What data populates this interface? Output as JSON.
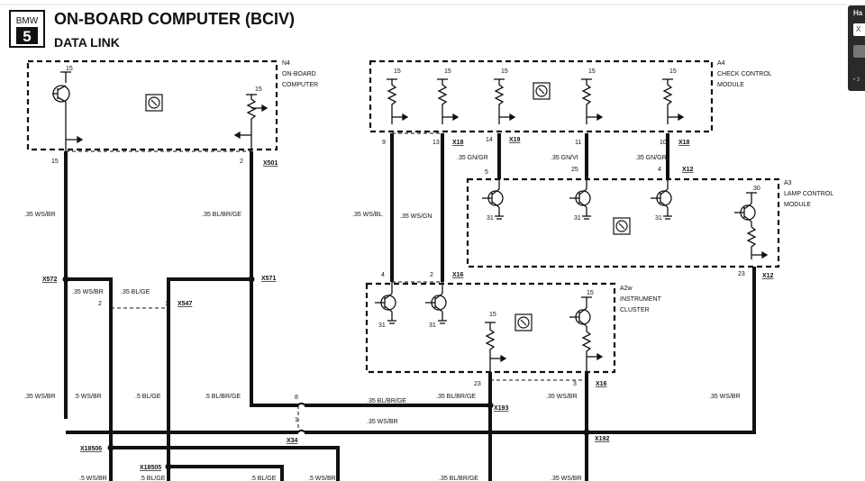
{
  "header": {
    "logo_top": "BMW",
    "logo_number": "5",
    "title": "ON-BOARD COMPUTER (BCIV)",
    "subtitle": "DATA LINK"
  },
  "modules": {
    "n4": {
      "id": "N4",
      "name_line1": "ON-BOARD",
      "name_line2": "COMPUTER"
    },
    "a4": {
      "id": "A4",
      "name_line1": "CHECK CONTROL",
      "name_line2": "MODULE"
    },
    "a3": {
      "id": "A3",
      "name_line1": "LAMP CONTROL",
      "name_line2": "MODULE"
    },
    "a2w": {
      "id": "A2w",
      "name_line1": "INSTRUMENT",
      "name_line2": "CLUSTER"
    }
  },
  "supply_labels": [
    "15",
    "30",
    "31"
  ],
  "pins": [
    "15",
    "2",
    "9",
    "13",
    "14",
    "11",
    "10",
    "5",
    "25",
    "4",
    "23",
    "3",
    "8",
    "1"
  ],
  "connectors": [
    "X501",
    "X18",
    "X19",
    "X12",
    "X572",
    "X571",
    "X547",
    "X16",
    "X193",
    "X192",
    "X34",
    "X18506",
    "X18505"
  ],
  "wires": [
    ".35 WS/BR",
    ".35 BL/BR/GE",
    ".35 WS/BL",
    ".35 WS/GN",
    ".35 GN/GR",
    ".35 GN/VI",
    ".35 BL/GE",
    ".5 WS/BR",
    ".5 BL/GE",
    ".5 BL/BR/GE",
    ".35 BL/BR/GE",
    ".35 WS/BR"
  ],
  "side_panel": {
    "title": "Ha",
    "input_value": "X",
    "footer": "• 3"
  }
}
